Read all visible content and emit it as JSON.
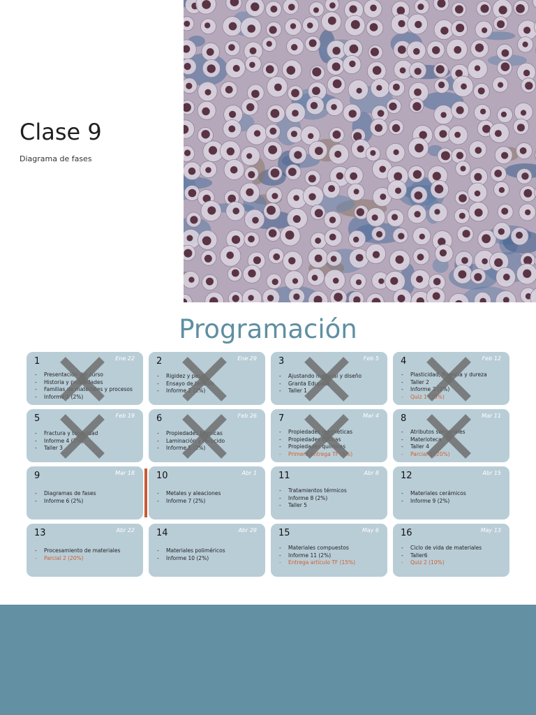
{
  "slide1": {
    "title": "Clase 9",
    "subtitle": "Diagrama de fases",
    "image_icon": "micrograph-image"
  },
  "slide2": {
    "title": "Programación",
    "accent_color": "#5e8fa0",
    "highlight_color": "#d0602e",
    "card_color": "#b9cdd7",
    "weeks": [
      {
        "num": "1",
        "date": "Ene 22",
        "crossed": true,
        "items": [
          {
            "t": "Presentación del curso"
          },
          {
            "t": "Historia y propiedades"
          },
          {
            "t": "Familias de materiales y procesos"
          },
          {
            "t": "Informe 1 (2%)"
          }
        ]
      },
      {
        "num": "2",
        "date": "Ene 29",
        "crossed": true,
        "items": [
          {
            "t": "Rigidez y peso"
          },
          {
            "t": "Ensayo de tensión"
          },
          {
            "t": "Informe 2 (2%)"
          }
        ]
      },
      {
        "num": "3",
        "date": "Feb 5",
        "crossed": true,
        "items": [
          {
            "t": "Ajustando material y diseño"
          },
          {
            "t": "Granta Edupack"
          },
          {
            "t": "Taller 1"
          }
        ]
      },
      {
        "num": "4",
        "date": "Feb 12",
        "crossed": true,
        "items": [
          {
            "t": "Plasticidad, fluencia y dureza"
          },
          {
            "t": "Taller 2"
          },
          {
            "t": "Informe 3 (2%)"
          },
          {
            "t": "Quiz 1 (10%)",
            "hl": true
          }
        ]
      },
      {
        "num": "5",
        "date": "Feb 19",
        "crossed": true,
        "items": [
          {
            "t": "Fractura y tenacidad"
          },
          {
            "t": "Informe 4 (2%)"
          },
          {
            "t": "Taller 3"
          }
        ]
      },
      {
        "num": "6",
        "date": "Feb 26",
        "crossed": true,
        "items": [
          {
            "t": "Propiedades térmicas"
          },
          {
            "t": "Laminación y recocido"
          },
          {
            "t": "Informe 5 (2%)"
          }
        ]
      },
      {
        "num": "7",
        "date": "Mar 4",
        "crossed": true,
        "items": [
          {
            "t": "Propiedades magnéticas"
          },
          {
            "t": "Propiedades ópticas"
          },
          {
            "t": "Propiedades químicas"
          },
          {
            "t": "Primera entrega TF (5%)",
            "hl": true
          }
        ]
      },
      {
        "num": "8",
        "date": "Mar 11",
        "crossed": true,
        "items": [
          {
            "t": "Atributos sensoriales"
          },
          {
            "t": "Materioteca"
          },
          {
            "t": "Taller 4"
          },
          {
            "t": "Parcial 1 (20%)",
            "hl": true
          }
        ]
      },
      {
        "num": "9",
        "date": "Mar 18",
        "crossed": false,
        "items": [
          {
            "t": "Diagramas de fases"
          },
          {
            "t": "Informe 6 (2%)"
          }
        ]
      },
      {
        "num": "10",
        "date": "Abr 1",
        "crossed": false,
        "items": [
          {
            "t": "Metales y aleaciones"
          },
          {
            "t": "Informe 7 (2%)"
          }
        ]
      },
      {
        "num": "11",
        "date": "Abr 8",
        "crossed": false,
        "items": [
          {
            "t": "Tratamientos térmicos"
          },
          {
            "t": "Informe 8 (2%)"
          },
          {
            "t": "Taller 5"
          }
        ]
      },
      {
        "num": "12",
        "date": "Abr 15",
        "crossed": false,
        "items": [
          {
            "t": "Materiales cerámicos"
          },
          {
            "t": "Informe 9 (2%)"
          }
        ]
      },
      {
        "num": "13",
        "date": "Abr 22",
        "crossed": false,
        "items": [
          {
            "t": "Procesamiento de materiales"
          },
          {
            "t": "Parcial 2 (20%)",
            "hl": true
          }
        ]
      },
      {
        "num": "14",
        "date": "Abr 29",
        "crossed": false,
        "items": [
          {
            "t": "Materiales poliméricos"
          },
          {
            "t": "Informe 10 (2%)"
          }
        ]
      },
      {
        "num": "15",
        "date": "May 6",
        "crossed": false,
        "items": [
          {
            "t": "Materiales compuestos"
          },
          {
            "t": "Informe 11 (2%)"
          },
          {
            "t": "Entrega artículo TF (15%)",
            "hl": true
          }
        ]
      },
      {
        "num": "16",
        "date": "May 13",
        "crossed": false,
        "items": [
          {
            "t": "Ciclo de vida de materiales"
          },
          {
            "t": "Taller6"
          },
          {
            "t": "Quiz 2 (10%)",
            "hl": true
          }
        ]
      }
    ]
  }
}
